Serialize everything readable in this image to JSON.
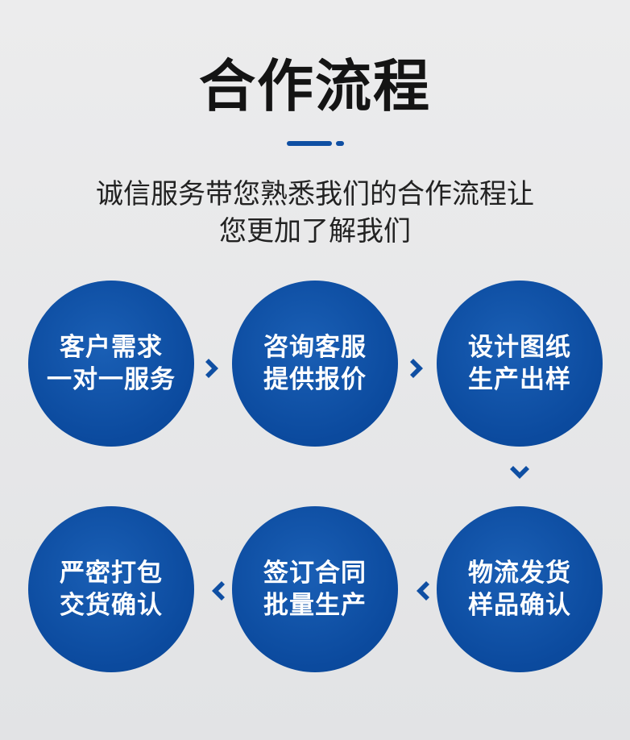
{
  "title": "合作流程",
  "subtitle_line1": "诚信服务带您熟悉我们的合作流程让",
  "subtitle_line2": "您更加了解我们",
  "colors": {
    "accent": "#0f4fa3",
    "circle": "#0b4a9e"
  },
  "steps": [
    {
      "line1": "客户需求",
      "line2": "一对一服务"
    },
    {
      "line1": "咨询客服",
      "line2": "提供报价"
    },
    {
      "line1": "设计图纸",
      "line2": "生产出样"
    },
    {
      "line1": "物流发货",
      "line2": "样品确认"
    },
    {
      "line1": "签订合同",
      "line2": "批量生产"
    },
    {
      "line1": "严密打包",
      "line2": "交货确认"
    }
  ],
  "icons": [
    "chevron-right-icon",
    "chevron-down-icon",
    "chevron-left-icon"
  ]
}
